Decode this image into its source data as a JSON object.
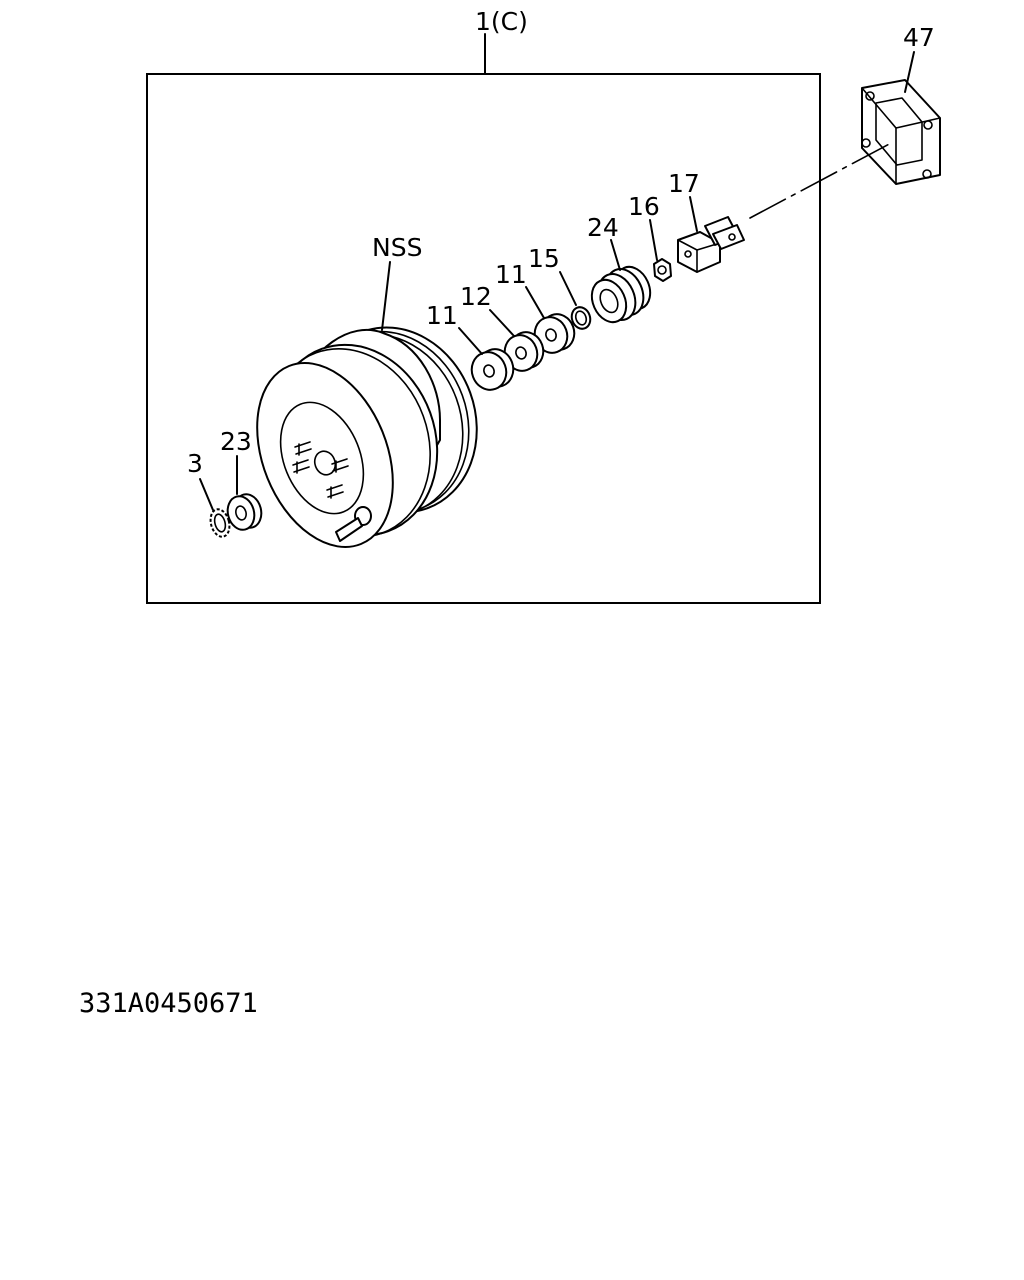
{
  "labels": {
    "assembly": "1(C)",
    "nss": "NSS",
    "p47": "47",
    "p17": "17",
    "p16": "16",
    "p24": "24",
    "p15": "15",
    "p11a": "11",
    "p12": "12",
    "p11b": "11",
    "p23": "23",
    "p3": "3"
  },
  "drawing_code": "331A0450671"
}
